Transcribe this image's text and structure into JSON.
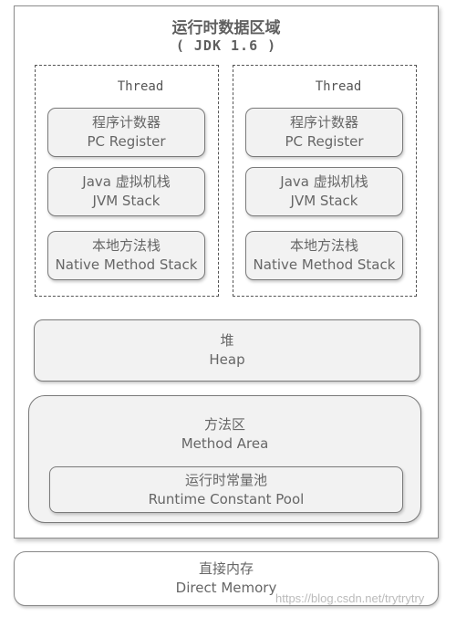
{
  "diagram": {
    "title": "运行时数据区域",
    "subtitle": "( JDK 1.6 )",
    "threads": [
      {
        "label": "Thread",
        "pc_register": {
          "cn": "程序计数器",
          "en": "PC Register"
        },
        "jvm_stack": {
          "cn": "Java 虚拟机栈",
          "en": "JVM Stack"
        },
        "native_stack": {
          "cn": "本地方法栈",
          "en": "Native Method Stack"
        }
      },
      {
        "label": "Thread",
        "pc_register": {
          "cn": "程序计数器",
          "en": "PC Register"
        },
        "jvm_stack": {
          "cn": "Java 虚拟机栈",
          "en": "JVM Stack"
        },
        "native_stack": {
          "cn": "本地方法栈",
          "en": "Native Method Stack"
        }
      }
    ],
    "heap": {
      "cn": "堆",
      "en": "Heap"
    },
    "method_area": {
      "cn": "方法区",
      "en": "Method Area"
    },
    "runtime_constant_pool": {
      "cn": "运行时常量池",
      "en": "Runtime Constant Pool"
    },
    "direct_memory": {
      "cn": "直接内存",
      "en": "Direct Memory"
    }
  },
  "watermark": "https://blog.csdn.net/trytrytry"
}
